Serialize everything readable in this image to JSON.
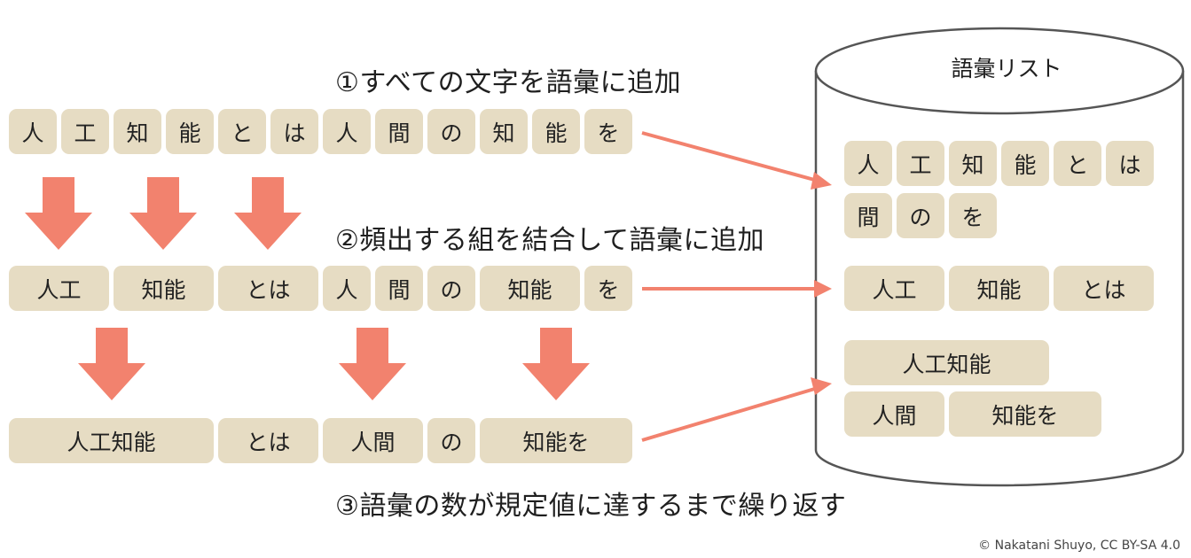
{
  "steps": {
    "step1": "①すべての文字を語彙に追加",
    "step2": "②頻出する組を結合して語彙に追加",
    "step3": "③語彙の数が規定値に達するまで繰り返す"
  },
  "rows": {
    "row1": [
      "人",
      "工",
      "知",
      "能",
      "と",
      "は",
      "人",
      "間",
      "の",
      "知",
      "能",
      "を"
    ],
    "row2": [
      "人工",
      "知能",
      "とは",
      "人",
      "間",
      "の",
      "知能",
      "を"
    ],
    "row3": [
      "人工知能",
      "とは",
      "人間",
      "の",
      "知能を"
    ]
  },
  "vocab": {
    "title": "語彙リスト",
    "group1": [
      "人",
      "工",
      "知",
      "能",
      "と",
      "は",
      "間",
      "の",
      "を"
    ],
    "group2": [
      "人工",
      "知能",
      "とは"
    ],
    "group3": [
      "人工知能",
      "人間",
      "知能を"
    ]
  },
  "colors": {
    "tile": "#e6dcc3",
    "arrow": "#f2826e",
    "cylinder_stroke": "#555555"
  },
  "credit": "© Nakatani Shuyo, CC BY-SA 4.0"
}
